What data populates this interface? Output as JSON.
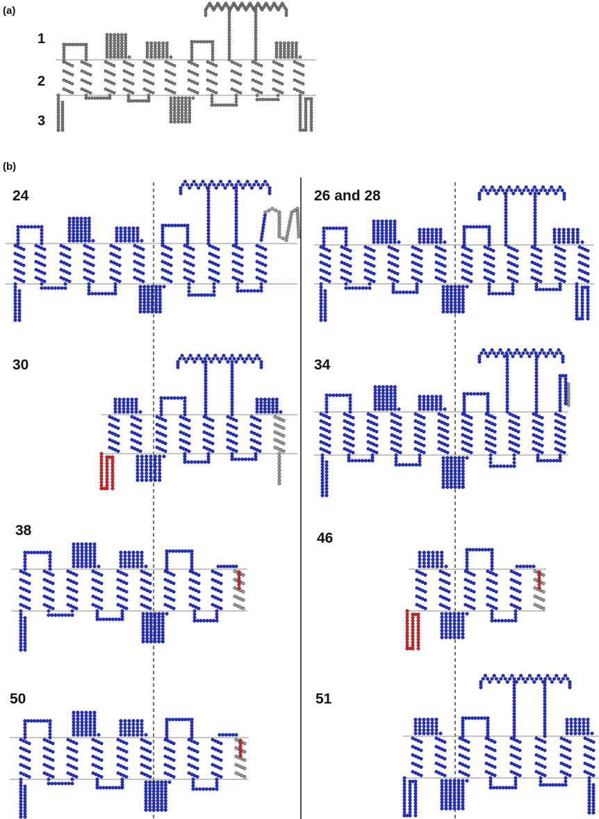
{
  "panel_a": {
    "label": "(a)",
    "region_labels": [
      "1",
      "2",
      "3"
    ]
  },
  "panel_b": {
    "label": "(b)",
    "variants": [
      {
        "id": "24"
      },
      {
        "id": "26 and 28"
      },
      {
        "id": "30"
      },
      {
        "id": "34"
      },
      {
        "id": "38"
      },
      {
        "id": "46"
      },
      {
        "id": "50"
      },
      {
        "id": "51"
      }
    ]
  },
  "colors": {
    "full_length": "#1f2de0",
    "absent": "#9a9a9a",
    "novel": "#e02020",
    "membrane_line": "#888888",
    "divider": "#111111",
    "panel_a_residue": "#7a7a7a"
  }
}
